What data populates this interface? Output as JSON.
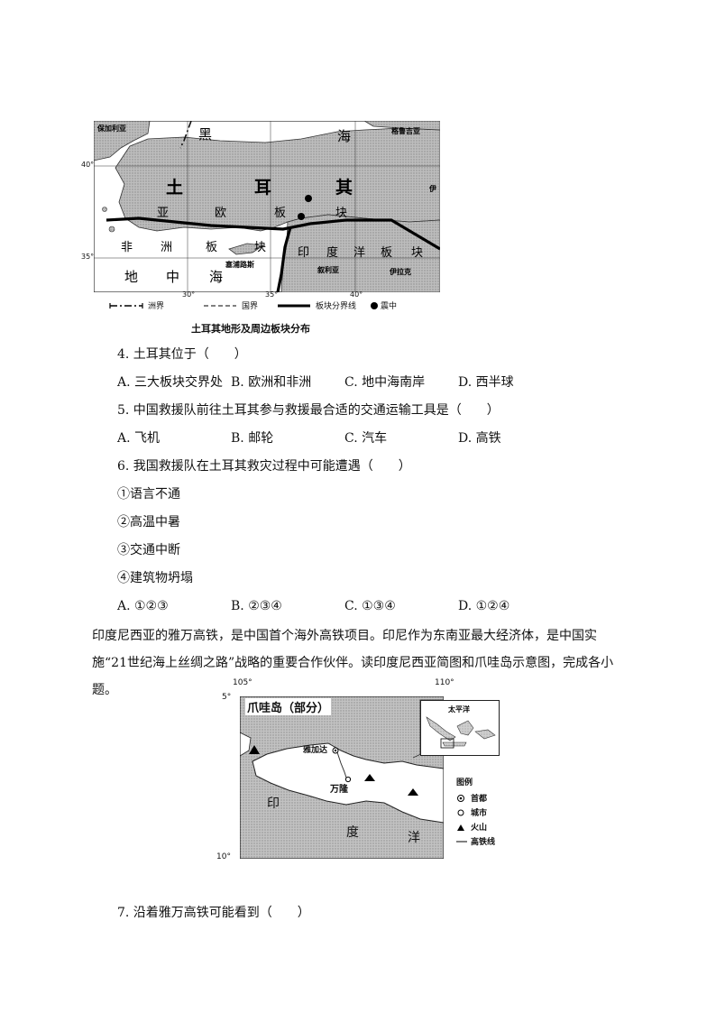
{
  "map1": {
    "labels": {
      "bulgaria": "保加利亚",
      "black": "黑",
      "sea": "海",
      "georgia": "格鲁吉亚",
      "turkey_1": "土",
      "turkey_2": "耳",
      "turkey_3": "其",
      "eurasia_1": "亚",
      "eurasia_2": "欧",
      "eurasia_3": "板",
      "eurasia_4": "块",
      "africa_1": "非",
      "africa_2": "洲",
      "africa_3": "板",
      "africa_4": "块",
      "india_1": "印",
      "india_2": "度",
      "india_3": "洋",
      "india_4": "板",
      "india_5": "块",
      "cyprus": "塞浦路斯",
      "med_1": "地",
      "med_2": "中",
      "med_3": "海",
      "syria": "叙利亚",
      "iraq": "伊拉克",
      "iran": "伊",
      "lat40": "40°",
      "lat35": "35°",
      "lon30": "30°",
      "lon35": "35°",
      "lon40": "40°"
    },
    "legend": {
      "continent": "洲界",
      "national": "国界",
      "plate": "板块分界线",
      "epicenter": "震中"
    },
    "caption": "土耳其地形及周边板块分布"
  },
  "questions": [
    {
      "stem": "4.  土耳其位于（　　）",
      "options": [
        "A. 三大板块交界处",
        "B. 欧洲和非洲",
        "C. 地中海南岸",
        "D. 西半球"
      ]
    },
    {
      "stem": "5.  中国救援队前往土耳其参与救援最合适的交通运输工具是（　　）",
      "options": [
        "A. 飞机",
        "B. 邮轮",
        "C. 汽车",
        "D. 高铁"
      ]
    },
    {
      "stem": "6.  我国救援队在土耳其救灾过程中可能遭遇（　　）",
      "items": [
        "①语言不通",
        "②高温中暑",
        "③交通中断",
        "④建筑物坍塌"
      ],
      "options": [
        "A. ①②③",
        "B. ②③④",
        "C. ①③④",
        "D. ①②④"
      ]
    }
  ],
  "paragraph": "印度尼西亚的雅万高铁，是中国首个海外高铁项目。印尼作为东南亚最大经济体，是中国实施“21世纪海上丝绸之路”战略的重要合作伙伴。读印度尼西亚简图和爪哇岛示意图，完成各小题。",
  "map2": {
    "title": "爪哇岛（部分）",
    "lon105": "105°",
    "lon110": "110°",
    "lat5": "5°",
    "lat10": "10°",
    "jakarta": "雅加达",
    "bandung": "万隆",
    "ocean_1": "印",
    "ocean_2": "度",
    "ocean_3": "洋",
    "inset": "太平洋",
    "legend_title": "图例",
    "legend_capital": "首都",
    "legend_city": "城市",
    "legend_volcano": "火山",
    "legend_rail": "高铁线"
  },
  "question7": {
    "stem": "7.  沿着雅万高铁可能看到（　　）"
  }
}
